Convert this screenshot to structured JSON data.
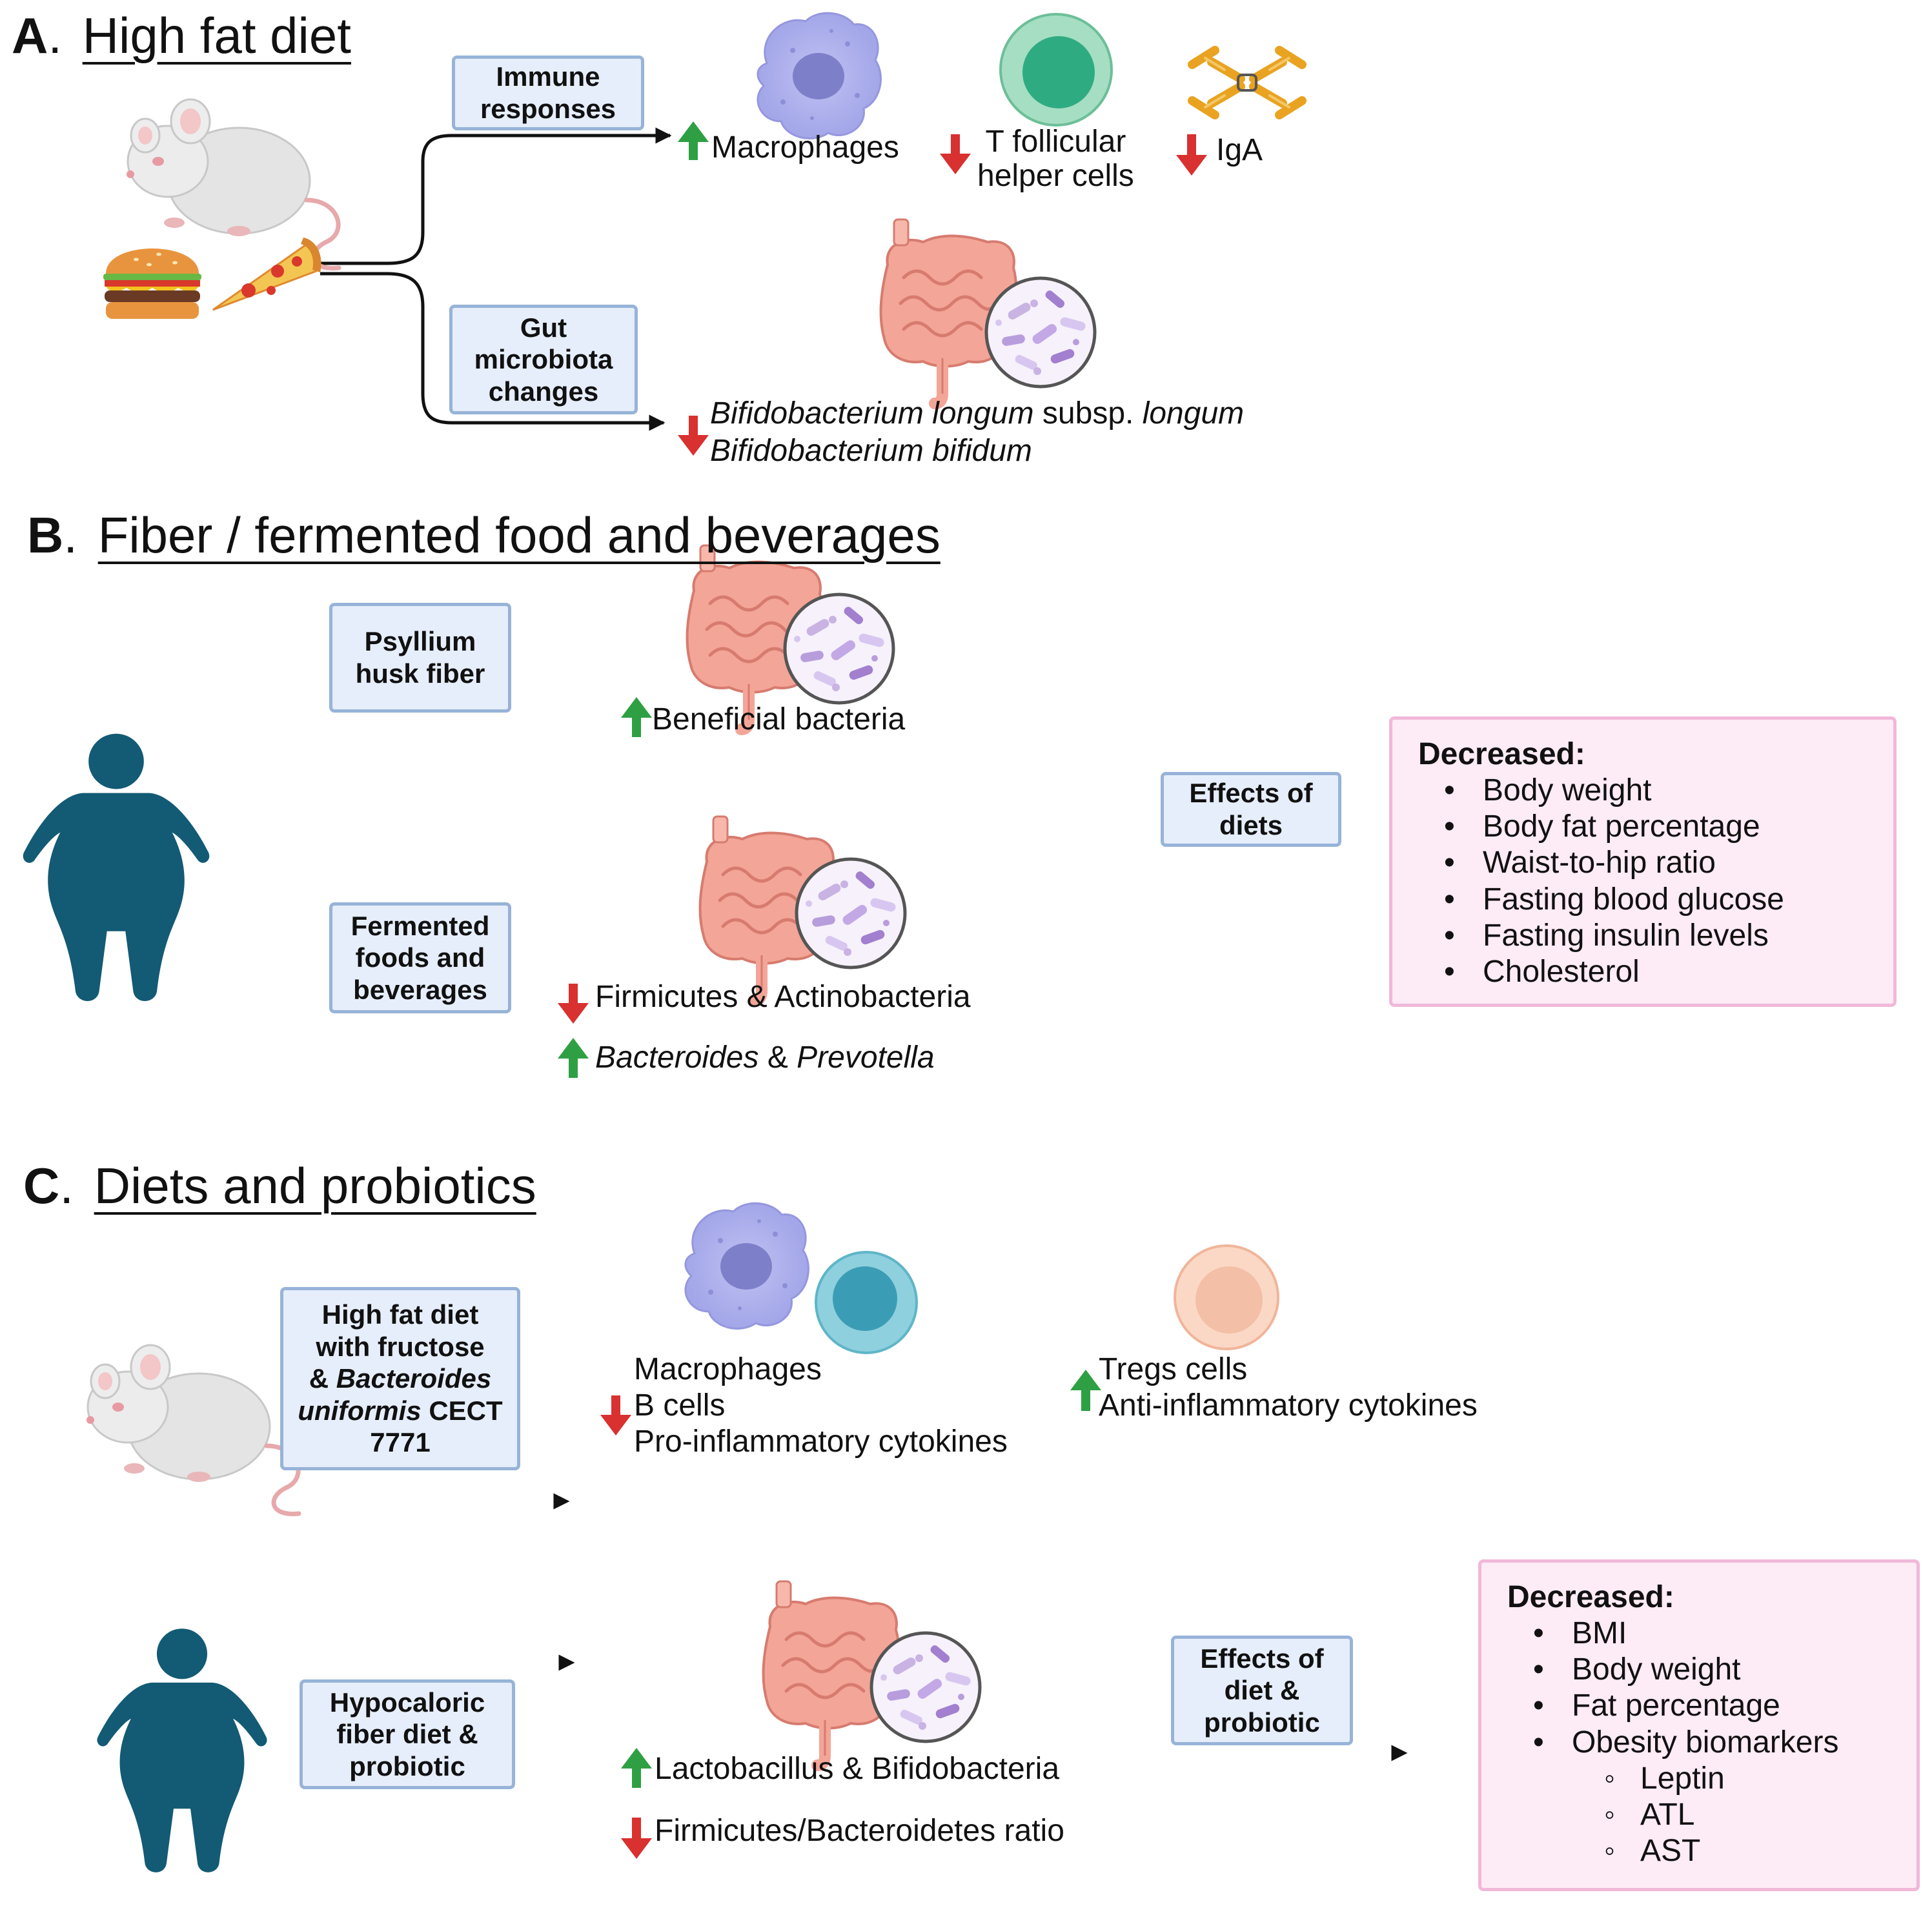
{
  "panels": {
    "a": {
      "letter": "A",
      "title": "High fat diet"
    },
    "b": {
      "letter": "B",
      "title": "Fiber / fermented food and beverages"
    },
    "c": {
      "letter": "C",
      "title": "Diets and probiotics"
    }
  },
  "boxes": {
    "immune": [
      "Immune",
      "responses"
    ],
    "gut": [
      "Gut",
      "microbiota",
      "changes"
    ],
    "psyllium": [
      "Psyllium",
      "husk fiber"
    ],
    "fermented": [
      "Fermented",
      "foods and",
      "beverages"
    ],
    "effects_diets": [
      "Effects of",
      "diets"
    ],
    "hfd_fructose": {
      "l1": "High fat diet",
      "l2": "with fructose",
      "l3_prefix": "& ",
      "l3_italic": "Bacteroides",
      "l4_italic": "uniformis",
      "l4_rest": " CECT",
      "l5": "7771"
    },
    "hypocaloric": [
      "Hypocaloric",
      "fiber diet &",
      "probiotic"
    ],
    "effects_diet_probiotic": [
      "Effects of",
      "diet &",
      "probiotic"
    ]
  },
  "labels": {
    "macrophages": "Macrophages",
    "tfh": [
      "T follicular",
      "helper cells"
    ],
    "iga": "IgA",
    "bifido_longum": {
      "italic1": "Bifidobacterium longum",
      "normal": " subsp. ",
      "italic2": "longum"
    },
    "bifido_bifidum": "Bifidobacterium bifidum",
    "beneficial": "Beneficial bacteria",
    "firmicutes_actino": "Firmicutes & Actinobacteria",
    "bacteroides_prevotella": {
      "italic1": "Bacteroides",
      "normal": " & ",
      "italic2": "Prevotella"
    },
    "c_down": [
      "Macrophages",
      "B cells",
      "Pro-inflammatory cytokines"
    ],
    "c_up": [
      "Tregs cells",
      "Anti-inflammatory cytokines"
    ],
    "lacto_bifido": "Lactobacillus & Bifidobacteria",
    "fb_ratio": "Firmicutes/Bacteroidetes ratio"
  },
  "results_b": {
    "heading": "Decreased:",
    "items": [
      "Body weight",
      "Body fat percentage",
      "Waist-to-hip ratio",
      "Fasting blood glucose",
      "Fasting insulin levels",
      "Cholesterol"
    ]
  },
  "results_c": {
    "heading": "Decreased:",
    "items": [
      "BMI",
      "Body weight",
      "Fat percentage",
      "Obesity biomarkers"
    ],
    "subitems": [
      "Leptin",
      "ATL",
      "AST"
    ]
  },
  "colors": {
    "up_arrow": "#2ea043",
    "down_arrow": "#d93030",
    "box_fill": "#e6eefb",
    "box_border": "#97b3d8",
    "result_fill": "#fdebf6",
    "result_border": "#f1b8d8",
    "person": "#135a74",
    "macrophage": "#aeb0ec",
    "t_cell": "#42b58c",
    "b_cell": "#4fb1c9",
    "treg": "#f7c4ac",
    "antibody": "#e9a321",
    "gut": "#f19a8c"
  },
  "icons": {
    "mouse": "mouse-icon",
    "burger": "burger-icon",
    "pizza": "pizza-icon",
    "person": "person-icon",
    "gut": "intestine-icon",
    "microbes": "microbiota-icon",
    "macrophage": "macrophage-icon",
    "t_cell": "t-cell-icon",
    "b_cell": "b-cell-icon",
    "treg": "treg-cell-icon",
    "antibody": "antibody-icon"
  }
}
